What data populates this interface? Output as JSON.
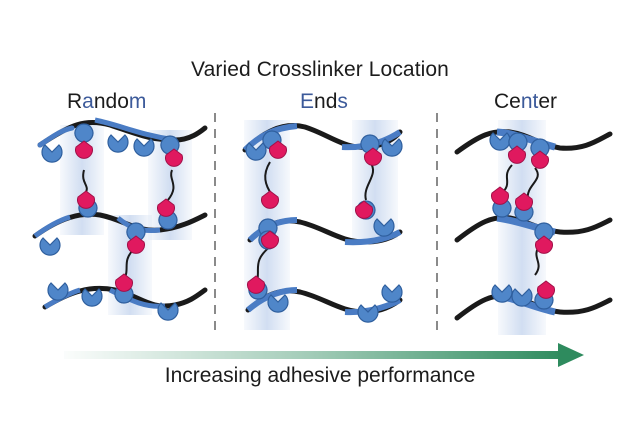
{
  "title": "Varied Crosslinker Location",
  "columns": [
    {
      "id": "random",
      "label": "Random",
      "segments": [
        {
          "text": "R",
          "hl": false
        },
        {
          "text": "a",
          "hl": true
        },
        {
          "text": "ndo",
          "hl": false
        },
        {
          "text": "m",
          "hl": true
        }
      ]
    },
    {
      "id": "ends",
      "label": "Ends",
      "segments": [
        {
          "text": "E",
          "hl": true
        },
        {
          "text": "nd",
          "hl": false
        },
        {
          "text": "s",
          "hl": true
        }
      ]
    },
    {
      "id": "center",
      "label": "Center",
      "segments": [
        {
          "text": "Ce",
          "hl": false
        },
        {
          "text": "nt",
          "hl": true
        },
        {
          "text": "er",
          "hl": false
        }
      ]
    }
  ],
  "arrow_label": "Increasing adhesive performance",
  "colors": {
    "backbone": "#1a1a1a",
    "backbone_blue": "#4a7cc4",
    "bead_blue": "#4f86c9",
    "bead_outline": "#2f5f9e",
    "crosslinker_pink": "#e0195f",
    "highlight_band": "#c9d8ef",
    "arrow_green": "#2e8b5e",
    "divider": "#8a8a8a",
    "label_accent": "#3c5a9a"
  }
}
